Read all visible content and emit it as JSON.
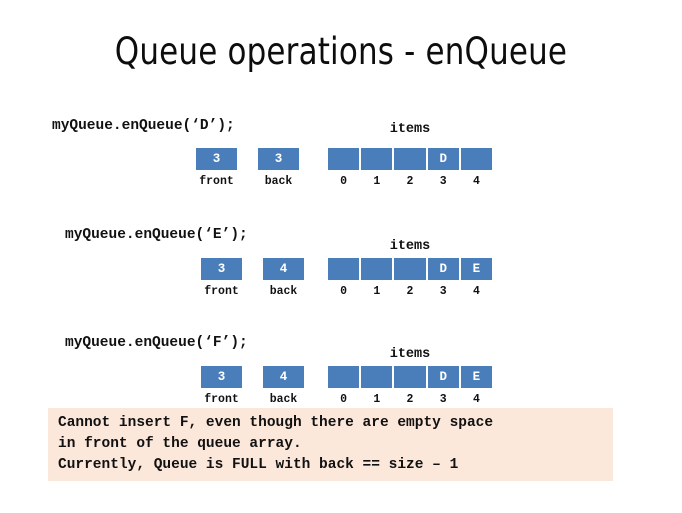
{
  "slide": {
    "title": "Queue operations - enQueue",
    "background_color": "#ffffff",
    "accent_color": "#4a7ebb",
    "note_background_color": "#fce8db",
    "text_color": "#111111"
  },
  "array_label": "items",
  "index_labels": [
    "0",
    "1",
    "2",
    "3",
    "4"
  ],
  "front_caption": "front",
  "back_caption": "back",
  "rows": [
    {
      "code": "myQueue.enQueue(‘D’);",
      "front_value": "3",
      "back_value": "3",
      "cells": [
        "",
        "",
        "",
        "D",
        ""
      ]
    },
    {
      "code": "myQueue.enQueue(‘E’);",
      "front_value": "3",
      "back_value": "4",
      "cells": [
        "",
        "",
        "",
        "D",
        "E"
      ]
    },
    {
      "code": "myQueue.enQueue(‘F’);",
      "front_value": "3",
      "back_value": "4",
      "cells": [
        "",
        "",
        "",
        "D",
        "E"
      ]
    }
  ],
  "note": {
    "line1": "Cannot insert F, even though there are empty space",
    "line2": "in front of the queue array.",
    "line3": "Currently, Queue is FULL with back == size – 1"
  }
}
